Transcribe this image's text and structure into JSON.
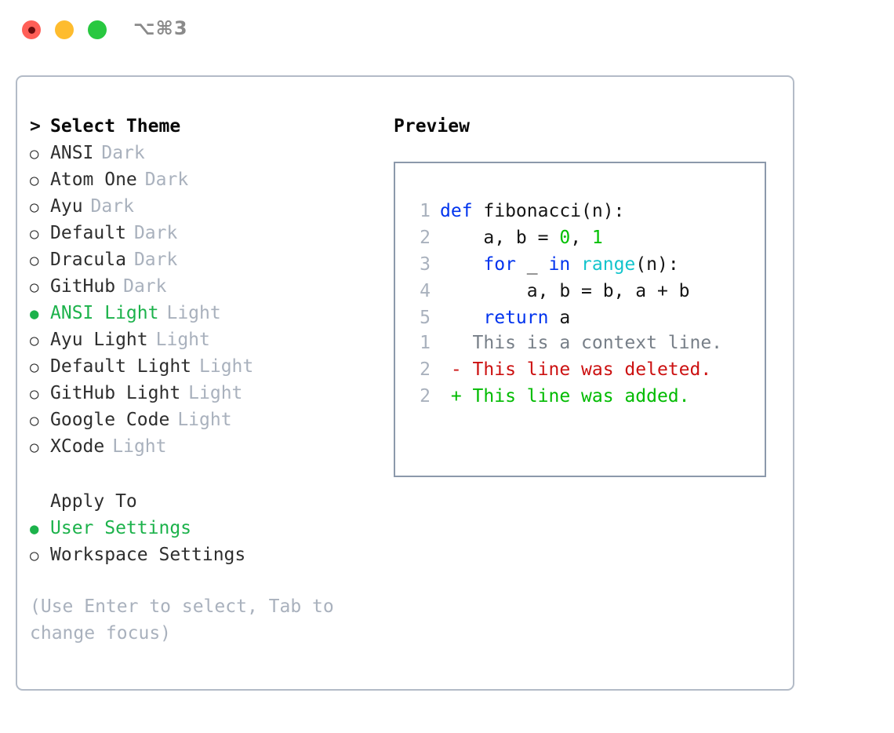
{
  "window": {
    "shortcut_label": "⌥⌘3",
    "traffic_lights": [
      "close",
      "minimize",
      "maximize"
    ]
  },
  "theme_list": {
    "header": {
      "marker": ">",
      "label": "Select Theme"
    },
    "items": [
      {
        "marker": "○",
        "label": "ANSI",
        "tag": "Dark",
        "selected": false
      },
      {
        "marker": "○",
        "label": "Atom One",
        "tag": "Dark",
        "selected": false
      },
      {
        "marker": "○",
        "label": "Ayu",
        "tag": "Dark",
        "selected": false
      },
      {
        "marker": "○",
        "label": "Default",
        "tag": "Dark",
        "selected": false
      },
      {
        "marker": "○",
        "label": "Dracula",
        "tag": "Dark",
        "selected": false
      },
      {
        "marker": "○",
        "label": "GitHub",
        "tag": "Dark",
        "selected": false
      },
      {
        "marker": "●",
        "label": "ANSI Light",
        "tag": "Light",
        "selected": true
      },
      {
        "marker": "○",
        "label": "Ayu Light",
        "tag": "Light",
        "selected": false
      },
      {
        "marker": "○",
        "label": "Default Light",
        "tag": "Light",
        "selected": false
      },
      {
        "marker": "○",
        "label": "GitHub Light",
        "tag": "Light",
        "selected": false
      },
      {
        "marker": "○",
        "label": "Google Code",
        "tag": "Light",
        "selected": false
      },
      {
        "marker": "○",
        "label": "XCode",
        "tag": "Light",
        "selected": false
      }
    ]
  },
  "apply_to": {
    "header": {
      "marker": " ",
      "label": "Apply To"
    },
    "options": [
      {
        "marker": "●",
        "label": "User Settings",
        "selected": true
      },
      {
        "marker": "○",
        "label": "Workspace Settings",
        "selected": false
      }
    ]
  },
  "hint": "(Use Enter to select, Tab to\nchange focus)",
  "preview": {
    "title": "Preview",
    "code_lines": [
      {
        "no": "1",
        "tokens": [
          {
            "t": "def",
            "c": "kw"
          },
          {
            "t": " fibonacci(n):",
            "c": "plain"
          }
        ]
      },
      {
        "no": "2",
        "tokens": [
          {
            "t": "    a, b = ",
            "c": "plain"
          },
          {
            "t": "0",
            "c": "num"
          },
          {
            "t": ", ",
            "c": "plain"
          },
          {
            "t": "1",
            "c": "num"
          }
        ]
      },
      {
        "no": "3",
        "tokens": [
          {
            "t": "    ",
            "c": "plain"
          },
          {
            "t": "for",
            "c": "kw"
          },
          {
            "t": " _ ",
            "c": "plain"
          },
          {
            "t": "in",
            "c": "kw"
          },
          {
            "t": " ",
            "c": "plain"
          },
          {
            "t": "range",
            "c": "fn"
          },
          {
            "t": "(n):",
            "c": "plain"
          }
        ]
      },
      {
        "no": "4",
        "tokens": [
          {
            "t": "        a, b = b, a + b",
            "c": "plain"
          }
        ]
      },
      {
        "no": "5",
        "tokens": [
          {
            "t": "    ",
            "c": "plain"
          },
          {
            "t": "return",
            "c": "kw"
          },
          {
            "t": " a",
            "c": "plain"
          }
        ]
      }
    ],
    "diff_lines": [
      {
        "no": "1",
        "sign": " ",
        "text": "This is a context line.",
        "kind": "ctx"
      },
      {
        "no": "2",
        "sign": "-",
        "text": "This line was deleted.",
        "kind": "del"
      },
      {
        "no": "2",
        "sign": "+",
        "text": "This line was added.",
        "kind": "add"
      }
    ]
  },
  "colors": {
    "accent_green": "#1cb24b",
    "keyword_blue": "#0033ee",
    "function_cyan": "#12c4cc",
    "number_green": "#00c000",
    "muted_grey": "#a9b1bd",
    "diff_delete": "#cc1111",
    "diff_add": "#00bb00",
    "panel_border": "#b3bbc7",
    "preview_border": "#8c99ab"
  }
}
